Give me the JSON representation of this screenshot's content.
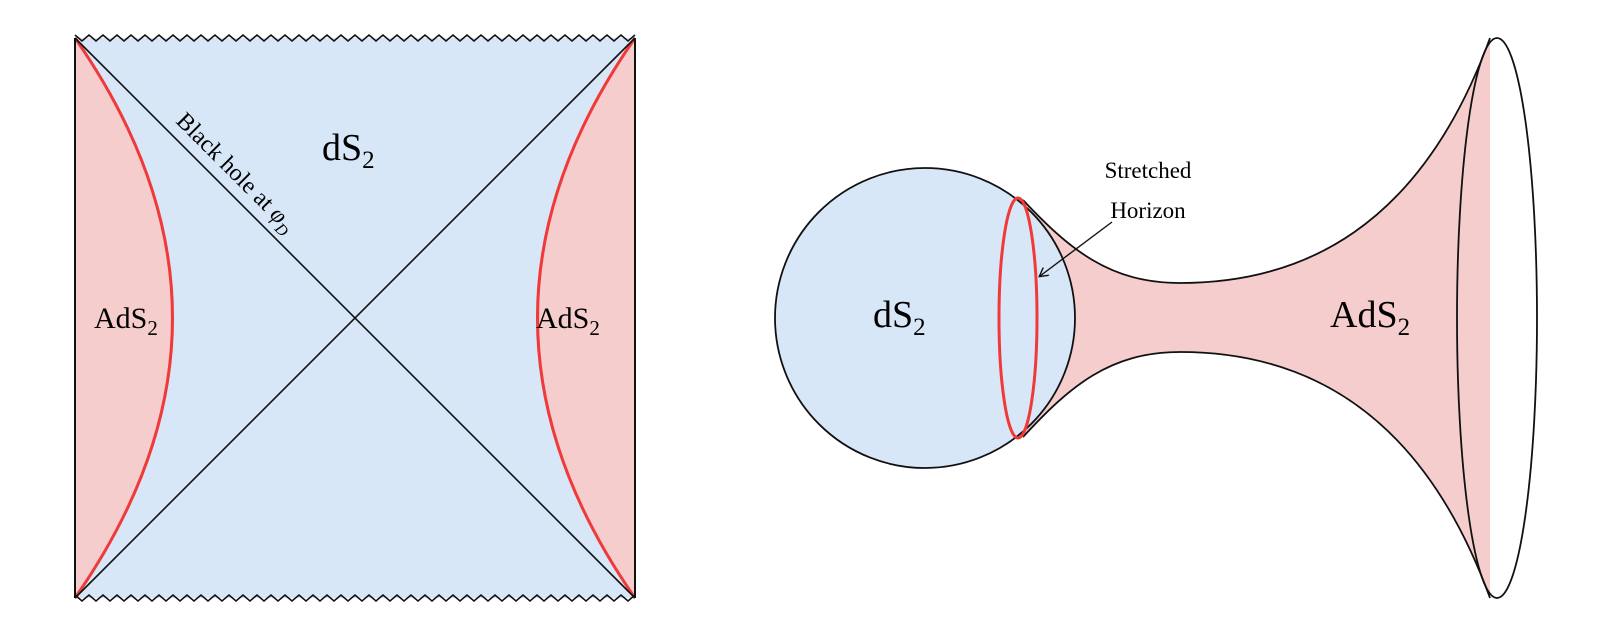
{
  "penrose": {
    "region_center_label": "dS",
    "region_center_sub": "2",
    "region_left_label": "AdS",
    "region_left_sub": "2",
    "region_right_label": "AdS",
    "region_right_sub": "2",
    "diagonal_label_text": "Black hole at ",
    "diagonal_label_symbol": "φ",
    "diagonal_label_sub": "D"
  },
  "geometry": {
    "sphere_label": "dS",
    "sphere_sub": "2",
    "throat_label": "AdS",
    "throat_sub": "2",
    "annotation_line1": "Stretched",
    "annotation_line2": "Horizon"
  },
  "colors": {
    "ds_fill": "#d8e7f8",
    "ads_fill": "#f6cdcd",
    "horizon_red": "#f03a3a",
    "outline": "#111111"
  }
}
